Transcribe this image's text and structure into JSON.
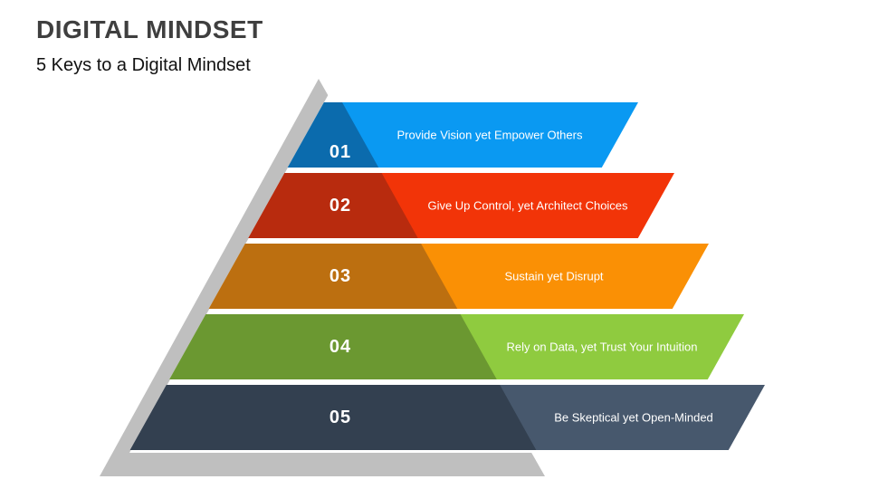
{
  "page": {
    "title": "DIGITAL MINDSET",
    "subtitle": "5 Keys to a Digital Mindset"
  },
  "pyramid": {
    "shadow_color": "#bfbfbf",
    "face_color": "#ffffff",
    "bands": [
      {
        "number": "01",
        "label": "Provide Vision yet Empower Others",
        "color": "#0a99f2",
        "dark_color": "#0b6bad"
      },
      {
        "number": "02",
        "label": "Give Up Control, yet Architect Choices",
        "color": "#f23408",
        "dark_color": "#b82b0e"
      },
      {
        "number": "03",
        "label": "Sustain yet Disrupt",
        "color": "#fa9005",
        "dark_color": "#bc6f10"
      },
      {
        "number": "04",
        "label": "Rely on Data, yet Trust Your Intuition",
        "color": "#8fcb3f",
        "dark_color": "#6b9831"
      },
      {
        "number": "05",
        "label": "Be Skeptical yet Open-Minded",
        "color": "#47586d",
        "dark_color": "#334050"
      }
    ]
  }
}
